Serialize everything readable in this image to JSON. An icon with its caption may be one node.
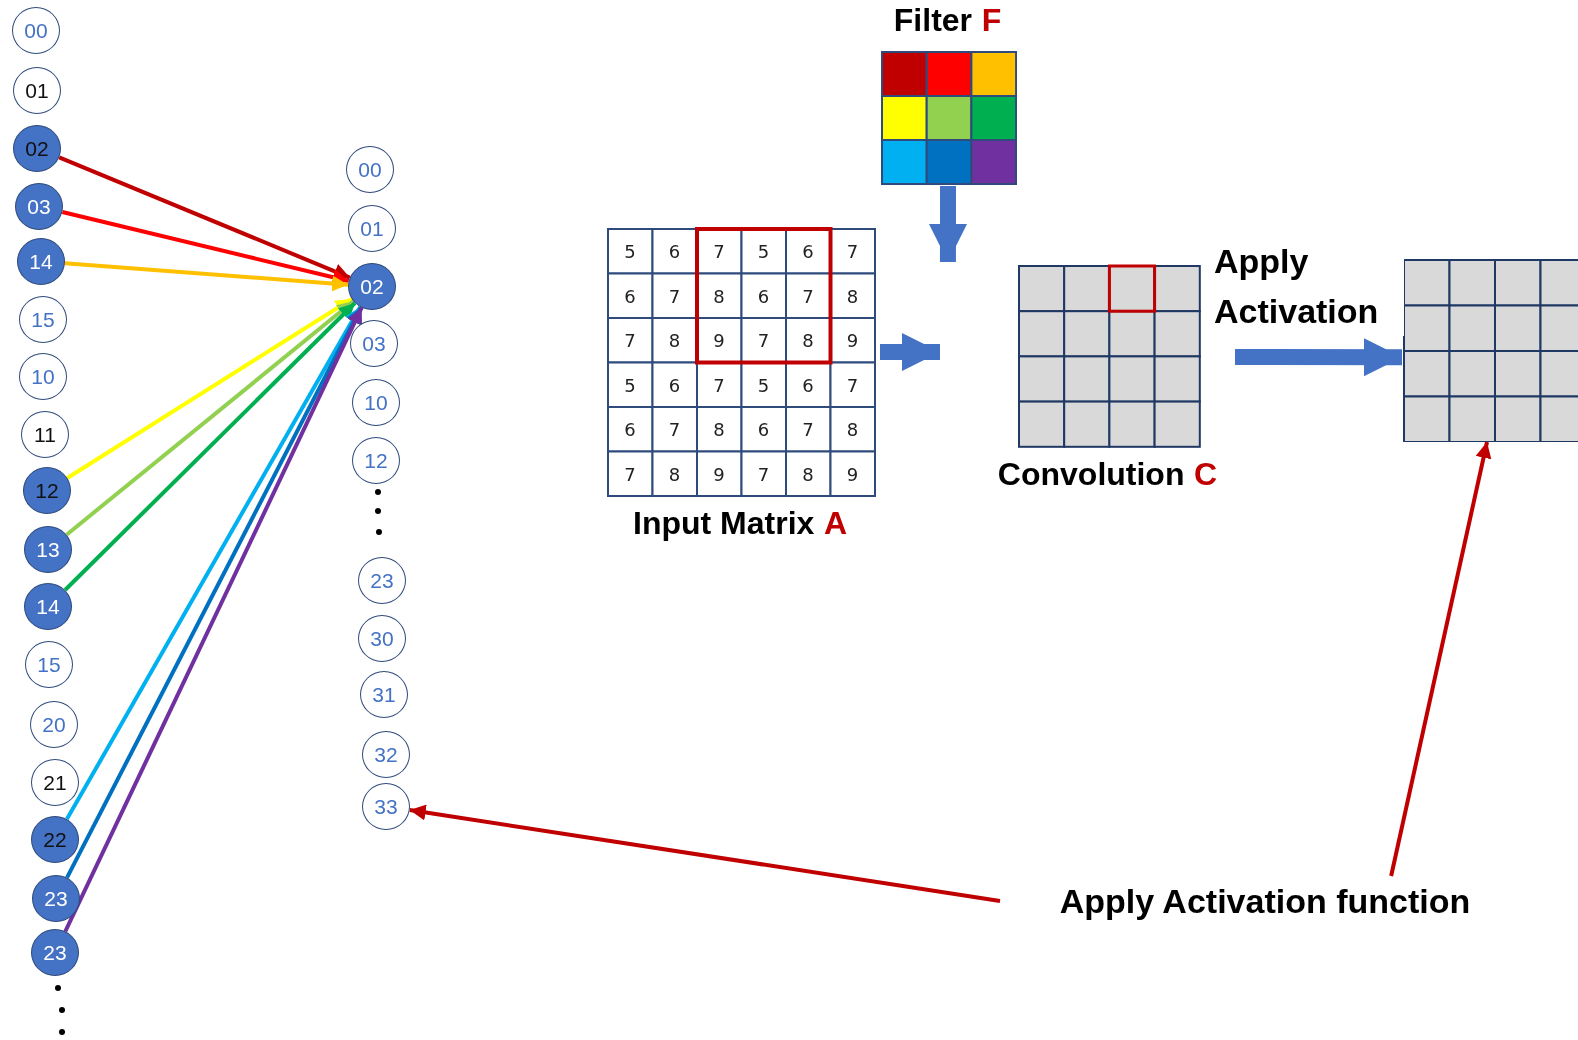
{
  "diagram": {
    "nodes": [
      {
        "text": [
          "00"
        ]
      },
      {
        "text": [
          "01"
        ]
      },
      {
        "text": [
          "02"
        ]
      },
      {
        "text": [
          "03"
        ]
      },
      {
        "text": [
          "14"
        ]
      },
      {
        "text": [
          "15"
        ]
      },
      {
        "text": [
          "10"
        ]
      },
      {
        "text": [
          "11"
        ]
      },
      {
        "text": [
          "12"
        ]
      },
      {
        "text": [
          "13"
        ]
      },
      {
        "text": [
          "14"
        ]
      },
      {
        "text": [
          "15"
        ]
      },
      {
        "text": [
          "20"
        ]
      },
      {
        "text": [
          "21"
        ]
      },
      {
        "text": [
          "22"
        ]
      },
      {
        "text": [
          "23"
        ]
      },
      {
        "text": [
          "23"
        ]
      },
      {
        "text": [
          "00"
        ]
      },
      {
        "text": [
          "01"
        ]
      },
      {
        "text": [
          "02"
        ]
      },
      {
        "text": [
          "03"
        ]
      },
      {
        "text": [
          "10"
        ]
      },
      {
        "text": [
          "12"
        ]
      },
      {
        "text": [
          "23"
        ]
      },
      {
        "text": [
          "30"
        ]
      },
      {
        "text": [
          "31"
        ]
      },
      {
        "text": [
          "32"
        ]
      },
      {
        "text": [
          "33"
        ]
      },
      {
        "text": [
          "Input Matrix",
          "A"
        ]
      },
      {
        "text": [
          "Filter",
          "F"
        ]
      },
      {
        "text": [
          "Convolution",
          "C"
        ]
      },
      {
        "text": [],
        "shape": "box"
      },
      {
        "text": [
          "Apply Activation function"
        ]
      }
    ],
    "edges": [
      {
        "from": 2,
        "to": 19,
        "arrow": "to",
        "color": "#c00000"
      },
      {
        "from": 3,
        "to": 19,
        "arrow": "to",
        "color": "#ff0000"
      },
      {
        "from": 4,
        "to": 19,
        "arrow": "to",
        "color": "#ffc000"
      },
      {
        "from": 8,
        "to": 19,
        "arrow": "to",
        "color": "#ffff00"
      },
      {
        "from": 9,
        "to": 19,
        "arrow": "to",
        "color": "#92d050"
      },
      {
        "from": 10,
        "to": 19,
        "arrow": "to",
        "color": "#00b050"
      },
      {
        "from": 14,
        "to": 19,
        "arrow": "to",
        "color": "#00b0f0"
      },
      {
        "from": 15,
        "to": 19,
        "arrow": "to",
        "color": "#0070c0"
      },
      {
        "from": 16,
        "to": 19,
        "arrow": "to",
        "color": "#7030a0"
      },
      {
        "from": 28,
        "to": 30,
        "arrow": "to",
        "style": "thick",
        "color": "#4472c4"
      },
      {
        "from": 29,
        "to": 30,
        "arrow": "to",
        "style": "thick",
        "color": "#4472c4"
      },
      {
        "from": 30,
        "to": 31,
        "arrow": "to",
        "label": "Apply Activation",
        "style": "thick",
        "color": "#4472c4"
      },
      {
        "from": 32,
        "to": 27,
        "arrow": "to",
        "color": "#c00000"
      },
      {
        "from": 32,
        "to": 31,
        "arrow": "to",
        "color": "#c00000"
      }
    ],
    "labels": [
      "5",
      "6",
      "7",
      "5",
      "6",
      "7",
      "6",
      "7",
      "8",
      "6",
      "7",
      "8",
      "7",
      "8",
      "9",
      "7",
      "8",
      "9",
      "5",
      "6",
      "7",
      "5",
      "6",
      "7",
      "6",
      "7",
      "8",
      "6",
      "7",
      "8",
      "7",
      "8",
      "9",
      "7",
      "8",
      "9"
    ]
  }
}
